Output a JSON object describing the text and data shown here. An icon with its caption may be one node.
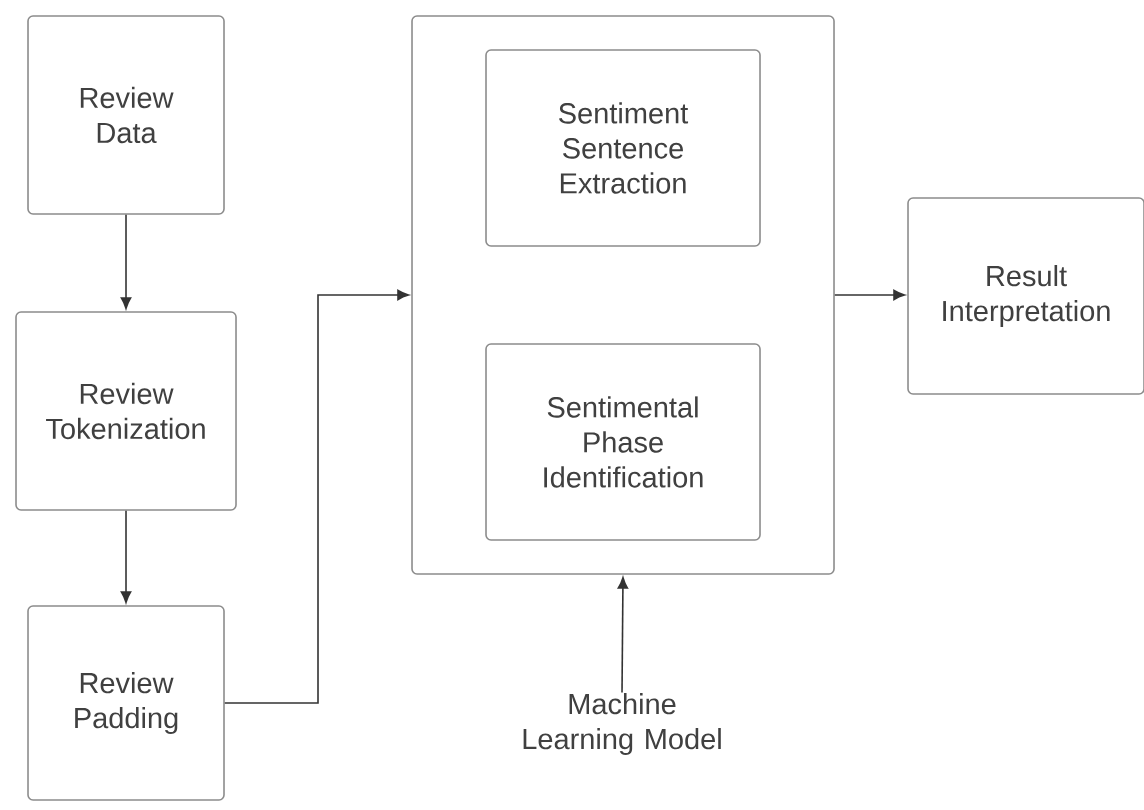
{
  "diagram": {
    "nodes": [
      {
        "text": [
          "Review Data"
        ]
      },
      {
        "text": [
          "Review Tokenization"
        ]
      },
      {
        "text": [
          "Review Padding"
        ]
      },
      {
        "text": [],
        "shape": "box"
      },
      {
        "text": [
          "Sentiment Sentence Extraction"
        ],
        "in": 3
      },
      {
        "text": [
          "Sentimental Phase Identification"
        ],
        "in": 3
      },
      {
        "text": [
          "Result Interpretation"
        ]
      },
      {
        "text": [
          "Machine Learning Model"
        ]
      }
    ],
    "edges": [
      {
        "from": 0,
        "to": 1,
        "arrow": "to"
      },
      {
        "from": 1,
        "to": 2,
        "arrow": "to"
      },
      {
        "from": 2,
        "to": 3,
        "arrow": "to"
      },
      {
        "from": 3,
        "to": 6,
        "arrow": "to"
      },
      {
        "from": 7,
        "to": 3,
        "arrow": "to"
      }
    ]
  }
}
